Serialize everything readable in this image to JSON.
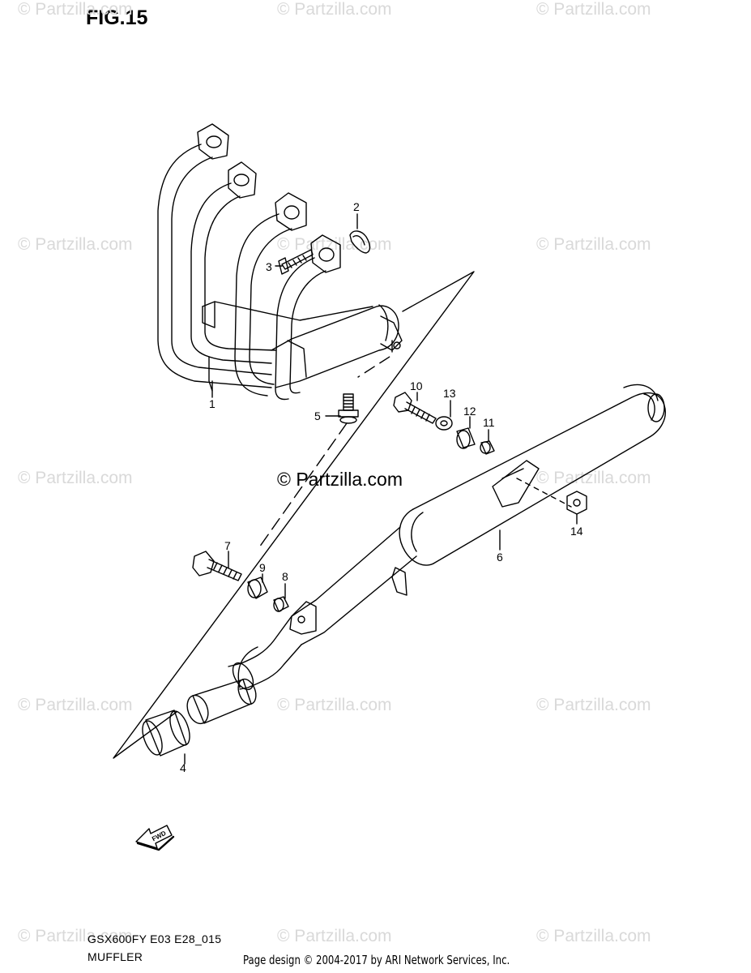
{
  "figure": {
    "title": "FIG.15",
    "code": "GSX600FY E03 E28_015",
    "name": "MUFFLER"
  },
  "watermark": {
    "text": "© Partzilla.com",
    "center_text": "© Partzilla.com"
  },
  "credit": "Page design © 2004-2017 by ARI Network Services, Inc.",
  "fwd_label": "FWD",
  "callouts": [
    "1",
    "2",
    "3",
    "4",
    "5",
    "6",
    "7",
    "8",
    "9",
    "10",
    "11",
    "12",
    "13",
    "14"
  ]
}
